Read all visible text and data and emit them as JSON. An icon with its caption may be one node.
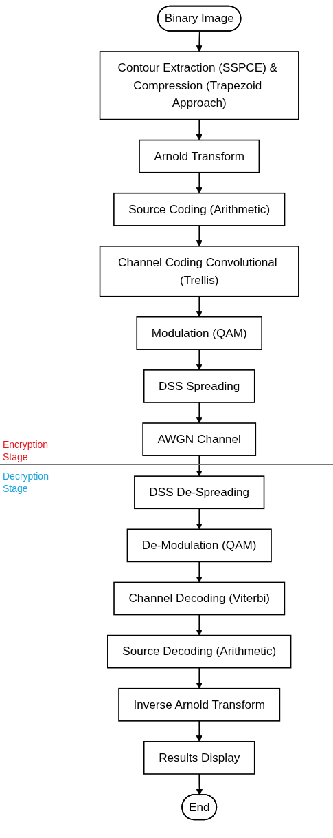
{
  "diagram": {
    "nodes": [
      {
        "text": [
          "Binary Image"
        ]
      },
      {
        "text": [
          "Contour Extraction (SSPCE) & Compression (Trapezoid Approach)"
        ]
      },
      {
        "text": [
          "Arnold Transform"
        ]
      },
      {
        "text": [
          "Source Coding (Arithmetic)"
        ]
      },
      {
        "text": [
          "Channel Coding Convolutional (Trellis)"
        ]
      },
      {
        "text": [
          "Modulation (QAM)"
        ]
      },
      {
        "text": [
          "DSS Spreading"
        ]
      },
      {
        "text": [
          "AWGN Channel"
        ]
      },
      {
        "text": [
          "DSS De-Spreading"
        ]
      },
      {
        "text": [
          "De-Modulation (QAM)"
        ]
      },
      {
        "text": [
          "Channel Decoding (Viterbi)"
        ]
      },
      {
        "text": [
          "Source Decoding (Arithmetic)"
        ]
      },
      {
        "text": [
          "Inverse Arnold Transform"
        ]
      },
      {
        "text": [
          "Results Display"
        ]
      },
      {
        "text": [
          "End"
        ]
      }
    ],
    "edges": [
      {
        "from": 0,
        "to": 1,
        "arrow": "to"
      },
      {
        "from": 1,
        "to": 2,
        "arrow": "to"
      },
      {
        "from": 2,
        "to": 3,
        "arrow": "to"
      },
      {
        "from": 3,
        "to": 4,
        "arrow": "to"
      },
      {
        "from": 4,
        "to": 5,
        "arrow": "to"
      },
      {
        "from": 5,
        "to": 6,
        "arrow": "to"
      },
      {
        "from": 6,
        "to": 7,
        "arrow": "to"
      },
      {
        "from": 7,
        "to": 8,
        "arrow": "to"
      },
      {
        "from": 8,
        "to": 9,
        "arrow": "to"
      },
      {
        "from": 9,
        "to": 10,
        "arrow": "to"
      },
      {
        "from": 10,
        "to": 11,
        "arrow": "to"
      },
      {
        "from": 11,
        "to": 12,
        "arrow": "to"
      },
      {
        "from": 12,
        "to": 13,
        "arrow": "to"
      },
      {
        "from": 13,
        "to": 14,
        "arrow": "to"
      }
    ],
    "labels": [
      "Encryption Stage",
      "Decryption Stage"
    ]
  }
}
